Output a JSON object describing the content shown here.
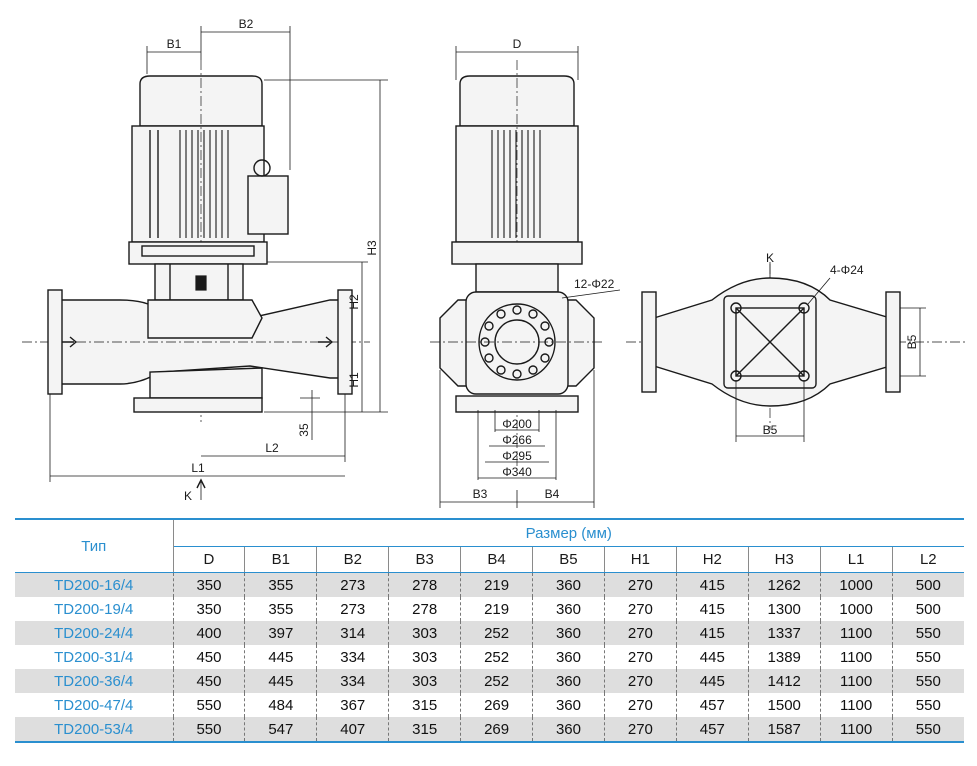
{
  "drawing": {
    "labels": {
      "b1": "B1",
      "b2": "B2",
      "h1": "H1",
      "h2": "H2",
      "h3": "H3",
      "l1": "L1",
      "l2": "L2",
      "k": "K",
      "d": "D",
      "b3": "B3",
      "b4": "B4",
      "b5_side": "B5",
      "b5_bottom": "B5",
      "k_plan": "K",
      "dim35": "35",
      "bolts": "12-Φ22",
      "plan_bolts": "4-Φ24",
      "phi200": "Φ200",
      "phi266": "Φ266",
      "phi295": "Φ295",
      "phi340": "Φ340"
    }
  },
  "table": {
    "type_header": "Тип",
    "size_header": "Размер (мм)",
    "columns": [
      "D",
      "B1",
      "B2",
      "B3",
      "B4",
      "B5",
      "H1",
      "H2",
      "H3",
      "L1",
      "L2"
    ],
    "rows": [
      {
        "type": "TD200-16/4",
        "values": [
          "350",
          "355",
          "273",
          "278",
          "219",
          "360",
          "270",
          "415",
          "1262",
          "1000",
          "500"
        ]
      },
      {
        "type": "TD200-19/4",
        "values": [
          "350",
          "355",
          "273",
          "278",
          "219",
          "360",
          "270",
          "415",
          "1300",
          "1000",
          "500"
        ]
      },
      {
        "type": "TD200-24/4",
        "values": [
          "400",
          "397",
          "314",
          "303",
          "252",
          "360",
          "270",
          "415",
          "1337",
          "1100",
          "550"
        ]
      },
      {
        "type": "TD200-31/4",
        "values": [
          "450",
          "445",
          "334",
          "303",
          "252",
          "360",
          "270",
          "445",
          "1389",
          "1100",
          "550"
        ]
      },
      {
        "type": "TD200-36/4",
        "values": [
          "450",
          "445",
          "334",
          "303",
          "252",
          "360",
          "270",
          "445",
          "1412",
          "1100",
          "550"
        ]
      },
      {
        "type": "TD200-47/4",
        "values": [
          "550",
          "484",
          "367",
          "315",
          "269",
          "360",
          "270",
          "457",
          "1500",
          "1100",
          "550"
        ]
      },
      {
        "type": "TD200-53/4",
        "values": [
          "550",
          "547",
          "407",
          "315",
          "269",
          "360",
          "270",
          "457",
          "1587",
          "1100",
          "550"
        ]
      }
    ]
  },
  "colors": {
    "accent": "#2a8fcf",
    "stripe": "#dedede",
    "line": "#1a1a1a"
  }
}
